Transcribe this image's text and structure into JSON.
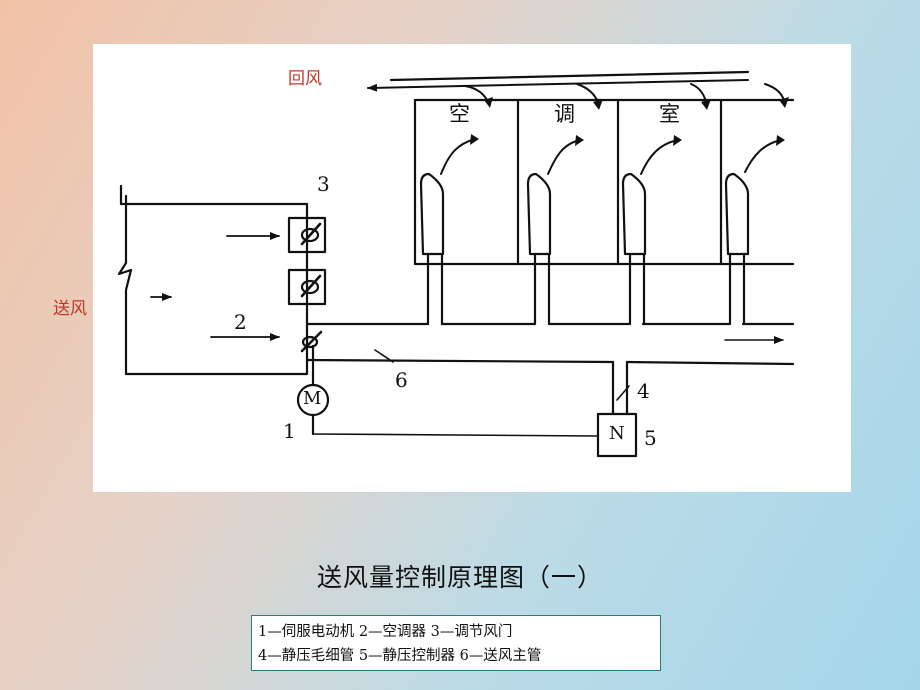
{
  "diagram": {
    "return_air_label": "回风",
    "supply_air_label": "送风",
    "room_chars": [
      "空",
      "调",
      "室"
    ],
    "component_numbers": [
      "1",
      "2",
      "3",
      "4",
      "5",
      "6"
    ],
    "motor_symbol": "M",
    "controller_symbol": "N"
  },
  "caption": "送风量控制原理图（一）",
  "legend": {
    "line1": "1—伺服电动机 2—空调器 3—调节风门",
    "line2": "4—静压毛细管 5—静压控制器 6—送风主管"
  }
}
